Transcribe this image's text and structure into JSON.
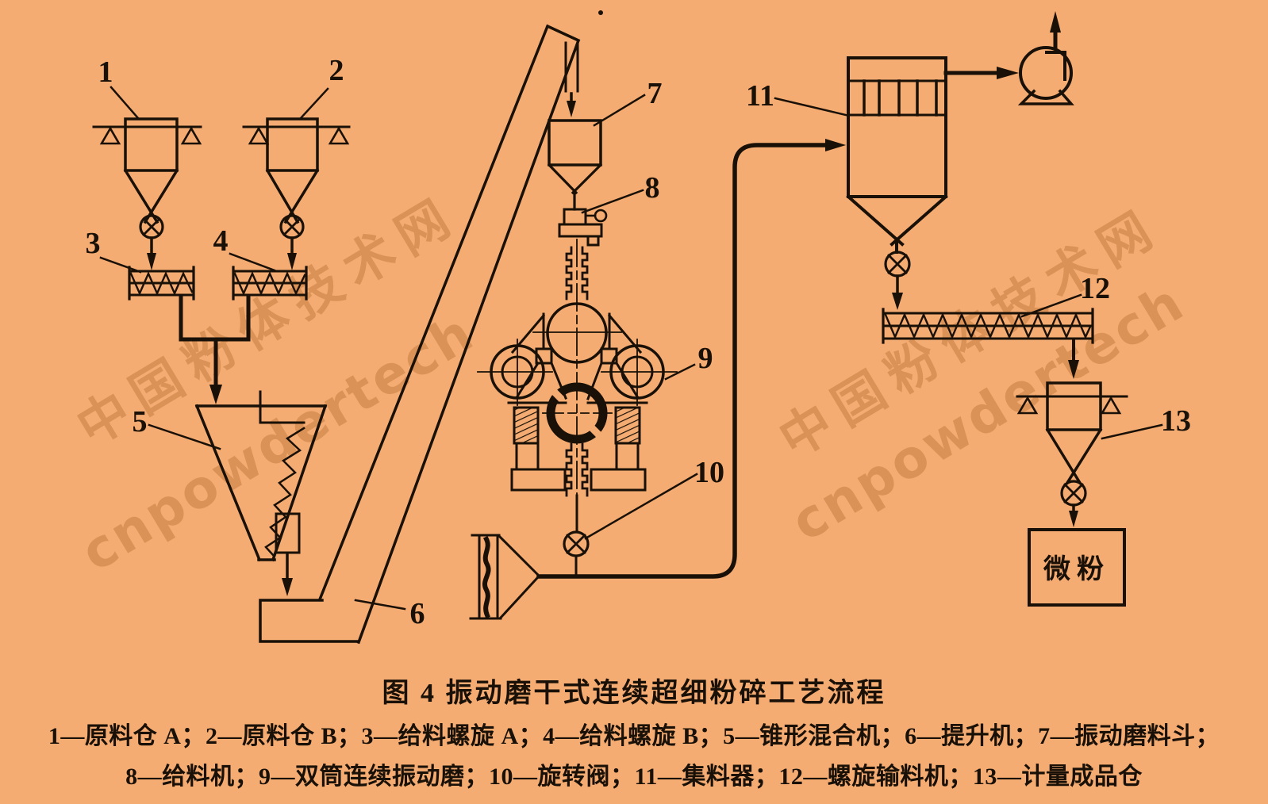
{
  "colors": {
    "background": "#F5AC72",
    "ink": "#191007",
    "watermark": "#BF7638"
  },
  "caption": "图 4 振动磨干式连续超细粉碎工艺流程",
  "legend": {
    "line1": "1—原料仓 A；2—原料仓 B；3—给料螺旋 A；4—给料螺旋 B；5—锥形混合机；6—提升机；7—振动磨料斗；",
    "line2": "8—给料机；9—双筒连续振动磨；10—旋转阀；11—集料器；12—螺旋输料机；13—计量成品仓"
  },
  "watermark": {
    "line1": "中国粉体技术网",
    "line2": "cnpowdertech"
  },
  "product_box": {
    "label": "微粉"
  },
  "labels": {
    "n1": "1",
    "n2": "2",
    "n3": "3",
    "n4": "4",
    "n5": "5",
    "n6": "6",
    "n7": "7",
    "n8": "8",
    "n9": "9",
    "n10": "10",
    "n11": "11",
    "n12": "12",
    "n13": "13"
  }
}
